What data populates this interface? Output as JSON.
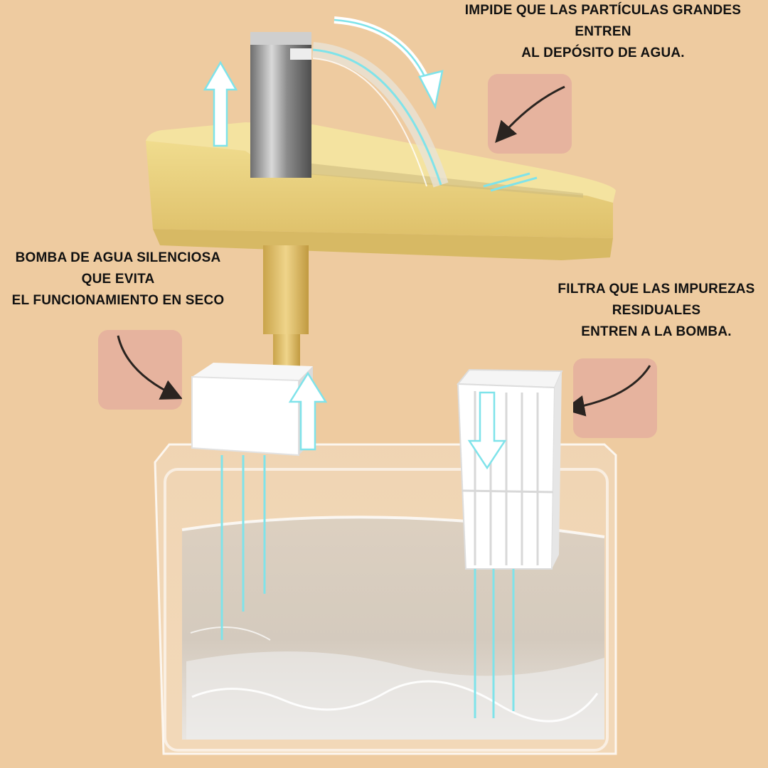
{
  "labels": {
    "top": {
      "line1": "IMPIDE QUE LAS PARTÍCULAS GRANDES",
      "line2": "ENTREN",
      "line3": "AL DEPÓSITO DE AGUA."
    },
    "left": {
      "line1": "BOMBA DE AGUA SILENCIOSA",
      "line2": "QUE EVITA",
      "line3": "EL FUNCIONAMIENTO EN SECO"
    },
    "right": {
      "line1": "FILTRA QUE LAS IMPUREZAS",
      "line2": "RESIDUALES",
      "line3": "ENTREN A LA BOMBA."
    }
  },
  "colors": {
    "background": "#EECBA0",
    "tray": "#E9D27E",
    "tray_shadow": "#D7B964",
    "flow_arrow": "#7FE3EA",
    "badge": "#E6B39E",
    "faucet": "#8A8A8A",
    "pipe": "#D9B65E",
    "water": "#C9C3B8",
    "pointer": "#2A2420"
  }
}
